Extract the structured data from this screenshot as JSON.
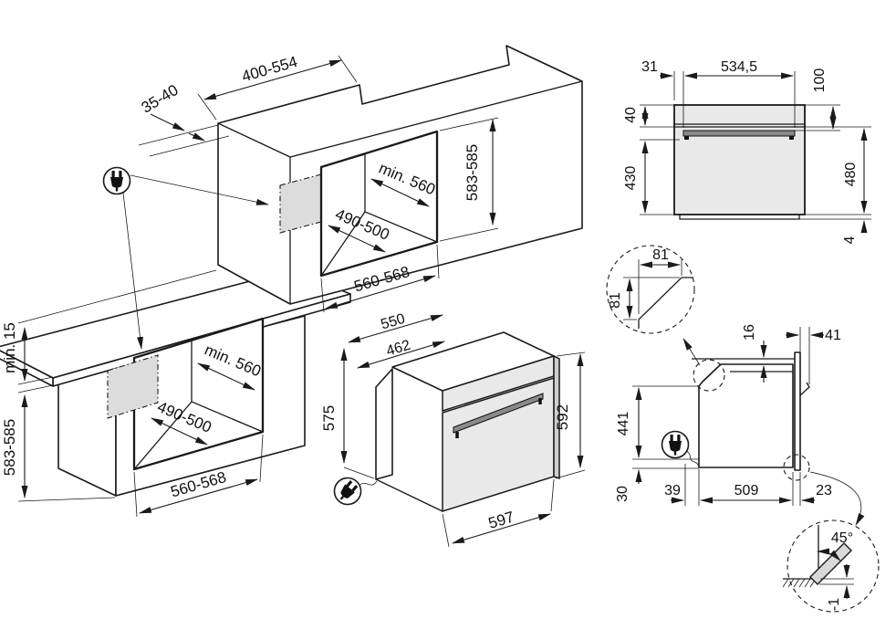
{
  "colors": {
    "line": "#1a1a1a",
    "shade_zone": "#dcdcdc",
    "oven_panel": "#e9e9e9",
    "handle": "#8a8a8a"
  },
  "icons": {
    "power_plug": "power-plug-icon"
  },
  "dims": {
    "tall_unit": {
      "recess_width": "400-554",
      "wall_gap": "35-40",
      "niche_depth": "min. 560",
      "niche_width": "490-500",
      "outer_width": "560-568",
      "niche_height": "583-585"
    },
    "base_unit": {
      "top_clearance": "min. 15",
      "niche_height": "583-585",
      "niche_depth": "min. 560",
      "niche_width": "490-500",
      "outer_width": "560-568"
    },
    "oven": {
      "depth_total": "550",
      "depth_body": "462",
      "height_body": "575",
      "height_front": "592",
      "width_front": "597"
    },
    "front_view": {
      "left_offset": "31",
      "handle_width": "534,5",
      "top_to_handle": "100",
      "panel_height": "40",
      "door_height": "430",
      "front_height": "480",
      "plinth": "4"
    },
    "side_view": {
      "chamfer_width": "81",
      "chamfer_height": "81",
      "top_inset": "16",
      "handle_depth": "41",
      "body_height": "441",
      "bottom_inset": "30",
      "front_gap": "39",
      "body_depth": "509",
      "door_thickness": "23",
      "door_open_angle": "45°",
      "door_drop": "-1"
    }
  }
}
